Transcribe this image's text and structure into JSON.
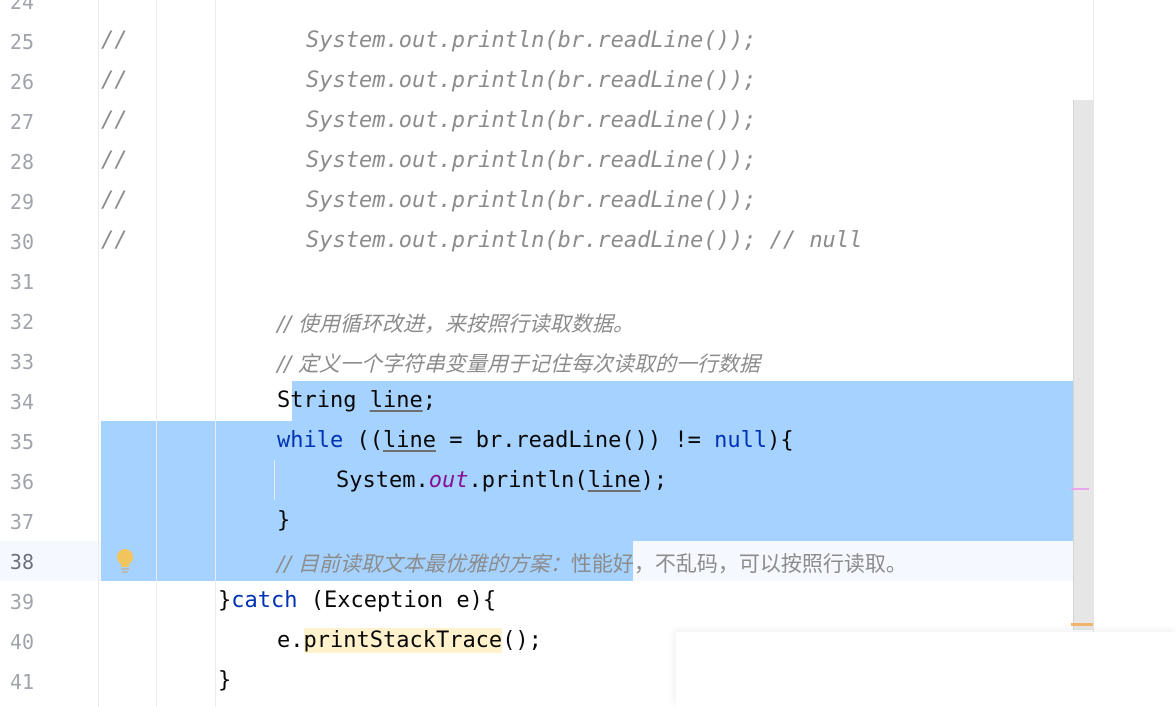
{
  "editor": {
    "top_partial_line_number": "24",
    "lines": [
      {
        "n": "25",
        "prefix": "//",
        "code": "System.out.println(br.readLine());"
      },
      {
        "n": "26",
        "prefix": "//",
        "code": "System.out.println(br.readLine());"
      },
      {
        "n": "27",
        "prefix": "//",
        "code": "System.out.println(br.readLine());"
      },
      {
        "n": "28",
        "prefix": "//",
        "code": "System.out.println(br.readLine());"
      },
      {
        "n": "29",
        "prefix": "//",
        "code": "System.out.println(br.readLine());"
      },
      {
        "n": "30",
        "prefix": "//",
        "code": "System.out.println(br.readLine()); // null"
      },
      {
        "n": "31"
      },
      {
        "n": "32",
        "comment": "// 使用循环改进，来按照行读取数据。"
      },
      {
        "n": "33",
        "comment": "// 定义一个字符串变量用于记住每次读取的一行数据"
      },
      {
        "n": "34",
        "t1": "String ",
        "t2": "line",
        "t3": ";"
      },
      {
        "n": "35",
        "kw1": "while",
        "t1": " ((",
        "t2": "line",
        "t3": " = br.readLine()) != ",
        "kw2": "null",
        "t4": "){"
      },
      {
        "n": "36",
        "t1": "System.",
        "field": "out",
        "t2": ".println(",
        "t3": "line",
        "t4": ");"
      },
      {
        "n": "37",
        "t1": "}"
      },
      {
        "n": "38",
        "c1": "// 目前读取文本最优雅的方案：",
        "c2": "性能好，不乱码，可以按照行读取。"
      },
      {
        "n": "39",
        "t1": "}",
        "kw1": "catch",
        "t2": " (Exception e){"
      },
      {
        "n": "40",
        "t1": "e.",
        "method": "printStackTrace",
        "t2": "();"
      },
      {
        "n": "41",
        "t1": "}"
      }
    ]
  },
  "colors": {
    "selection": "#a6d2ff",
    "keyword": "#0033b3",
    "comment": "#8c8c8c",
    "field": "#871094",
    "line_number": "#a0a4ab"
  },
  "icons": {
    "intention": "lightbulb-icon"
  }
}
